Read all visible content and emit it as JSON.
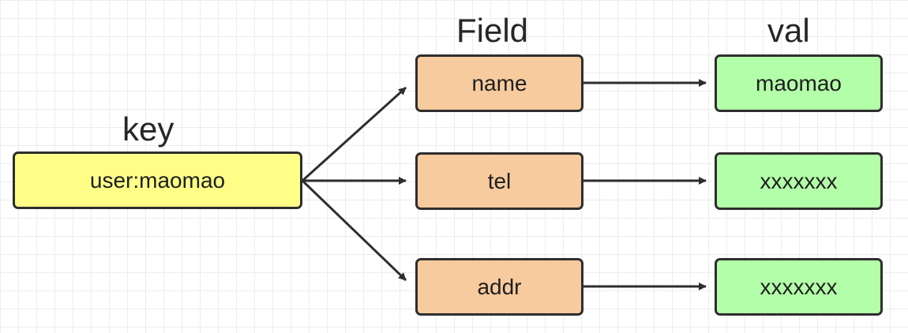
{
  "headings": {
    "key": "key",
    "field": "Field",
    "val": "val"
  },
  "key_node": {
    "label": "user:maomao"
  },
  "fields": [
    {
      "label": "name"
    },
    {
      "label": "tel"
    },
    {
      "label": "addr"
    }
  ],
  "values": [
    {
      "label": "maomao"
    },
    {
      "label": "xxxxxxx"
    },
    {
      "label": "xxxxxxx"
    }
  ],
  "colors": {
    "key_fill": "#ffff88",
    "field_fill": "#f7cb9e",
    "val_fill": "#b3fea8",
    "stroke": "#2e2e2e",
    "grid": "#ececec"
  }
}
